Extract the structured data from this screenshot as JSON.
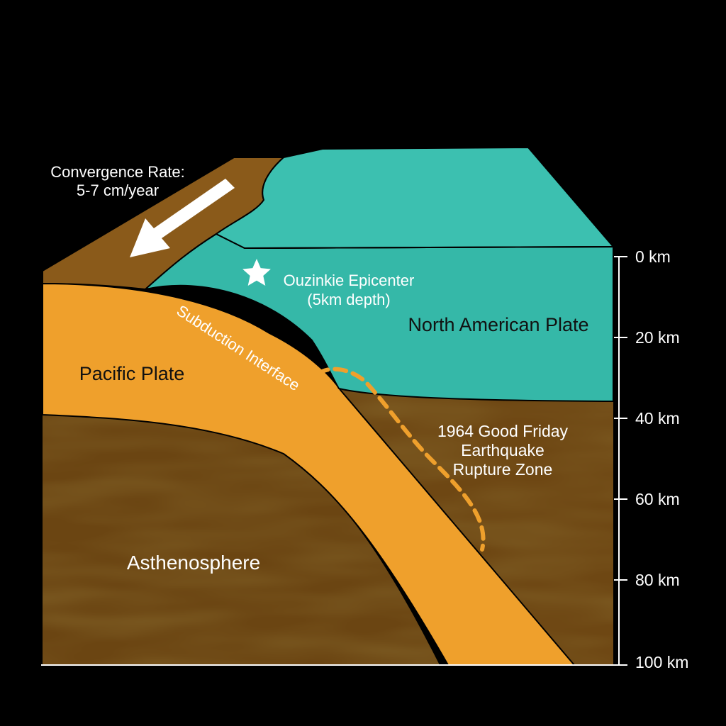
{
  "labels": {
    "convergence_line1": "Convergence Rate:",
    "convergence_line2": "5-7 cm/year",
    "epicenter_line1": "Ouzinkie Epicenter",
    "epicenter_line2": "(5km depth)",
    "north_american_plate": "North American Plate",
    "pacific_plate": "Pacific Plate",
    "subduction_interface": "Subduction Interface",
    "rupture_line1": "1964 Good Friday",
    "rupture_line2": "Earthquake",
    "rupture_line3": "Rupture Zone",
    "asthenosphere": "Asthenosphere"
  },
  "depth_scale": {
    "unit": "km",
    "ticks": [
      "0 km",
      "20 km",
      "40 km",
      "60 km",
      "80 km",
      "100 km"
    ]
  },
  "colors": {
    "background": "#000000",
    "north_american_plate": "#35b8a8",
    "pacific_plate": "#efa02c",
    "asthenosphere": "#6b4512",
    "surface_crust": "#8a5a1a",
    "rupture_zone": "#efa02c",
    "arrow": "#ffffff"
  }
}
